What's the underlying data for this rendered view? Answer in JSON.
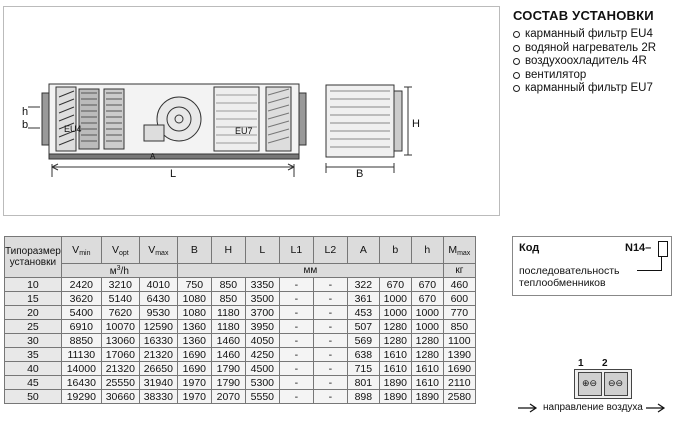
{
  "drawing": {
    "dim_L": "L",
    "dim_B": "B",
    "dim_H": "H",
    "dim_h": "h",
    "dim_b": "b",
    "dim_A": "A",
    "filter_left": "EU4",
    "filter_right": "EU7"
  },
  "composition": {
    "title": "СОСТАВ УСТАНОВКИ",
    "items": [
      "карманный фильтр EU4",
      "водяной нагреватель 2R",
      "воздухоохладитель 4R",
      "вентилятор",
      "карманный фильтр EU7"
    ]
  },
  "table": {
    "header": {
      "size": "Типоразмер установки",
      "vmin": "V",
      "vmin_sub": "min",
      "vopt": "V",
      "vopt_sub": "opt",
      "vmax": "V",
      "vmax_sub": "max",
      "B": "B",
      "H": "H",
      "L": "L",
      "L1": "L1",
      "L2": "L2",
      "A": "A",
      "b": "b",
      "h": "h",
      "mmax": "M",
      "mmax_sub": "max"
    },
    "units": {
      "flow": "м",
      "flow_sup": "3",
      "flow_rest": "/h",
      "mm": "мм",
      "kg": "кг"
    },
    "rows": [
      [
        "10",
        "2420",
        "3210",
        "4010",
        "750",
        "850",
        "3350",
        "-",
        "-",
        "322",
        "670",
        "670",
        "460"
      ],
      [
        "15",
        "3620",
        "5140",
        "6430",
        "1080",
        "850",
        "3500",
        "-",
        "-",
        "361",
        "1000",
        "670",
        "600"
      ],
      [
        "20",
        "5400",
        "7620",
        "9530",
        "1080",
        "1180",
        "3700",
        "-",
        "-",
        "453",
        "1000",
        "1000",
        "770"
      ],
      [
        "25",
        "6910",
        "10070",
        "12590",
        "1360",
        "1180",
        "3950",
        "-",
        "-",
        "507",
        "1280",
        "1000",
        "850"
      ],
      [
        "30",
        "8850",
        "13060",
        "16330",
        "1360",
        "1460",
        "4050",
        "-",
        "-",
        "569",
        "1280",
        "1280",
        "1100"
      ],
      [
        "35",
        "11130",
        "17060",
        "21320",
        "1690",
        "1460",
        "4250",
        "-",
        "-",
        "638",
        "1610",
        "1280",
        "1390"
      ],
      [
        "40",
        "14000",
        "21320",
        "26650",
        "1690",
        "1790",
        "4500",
        "-",
        "-",
        "715",
        "1610",
        "1610",
        "1690"
      ],
      [
        "45",
        "16430",
        "25550",
        "31940",
        "1970",
        "1790",
        "5300",
        "-",
        "-",
        "801",
        "1890",
        "1610",
        "2110"
      ],
      [
        "50",
        "19290",
        "30660",
        "38330",
        "1970",
        "2070",
        "5550",
        "-",
        "-",
        "898",
        "1890",
        "1890",
        "2580"
      ]
    ]
  },
  "code": {
    "label": "Код",
    "value": "N14–",
    "description": "последовательность теплообменников"
  },
  "sequence": {
    "first": "1",
    "second": "2",
    "airflow_label": "направление воздуха"
  }
}
